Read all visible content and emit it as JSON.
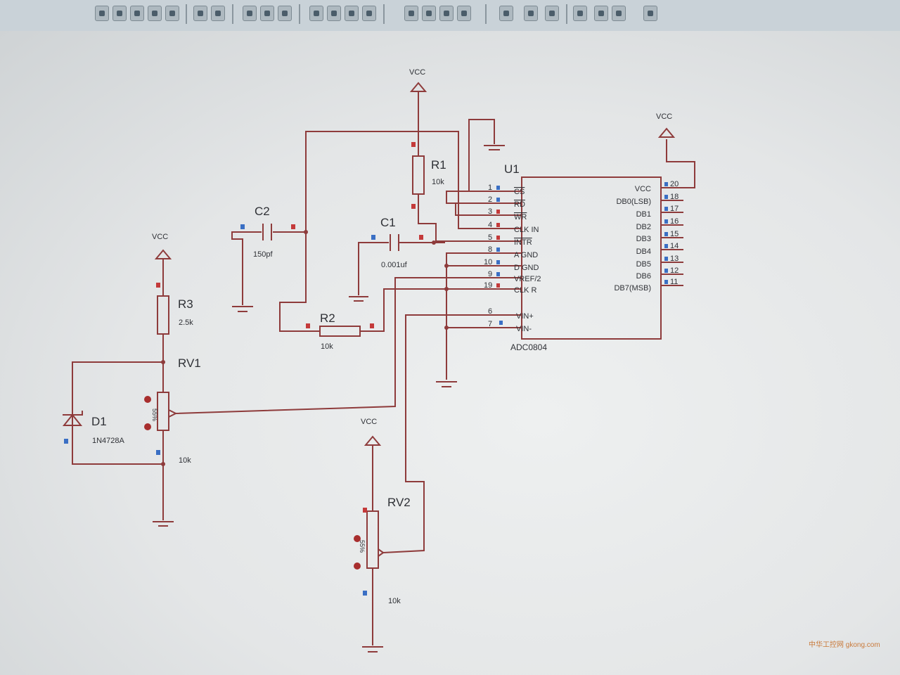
{
  "components": {
    "vcc_label": "VCC",
    "u1": {
      "ref": "U1",
      "part": "ADC0804",
      "left_pins": [
        {
          "num": "1",
          "name": "CS"
        },
        {
          "num": "2",
          "name": "RD"
        },
        {
          "num": "3",
          "name": "WR"
        },
        {
          "num": "4",
          "name": "CLK IN"
        },
        {
          "num": "5",
          "name": "INTR"
        },
        {
          "num": "8",
          "name": "A GND"
        },
        {
          "num": "10",
          "name": "D GND"
        },
        {
          "num": "9",
          "name": "VREF/2"
        },
        {
          "num": "19",
          "name": "CLK R"
        },
        {
          "num": "6",
          "name": "VIN+"
        },
        {
          "num": "7",
          "name": "VIN-"
        }
      ],
      "right_pins": [
        {
          "num": "20",
          "name": "VCC"
        },
        {
          "num": "18",
          "name": "DB0(LSB)"
        },
        {
          "num": "17",
          "name": "DB1"
        },
        {
          "num": "16",
          "name": "DB2"
        },
        {
          "num": "15",
          "name": "DB3"
        },
        {
          "num": "14",
          "name": "DB4"
        },
        {
          "num": "13",
          "name": "DB5"
        },
        {
          "num": "12",
          "name": "DB6"
        },
        {
          "num": "11",
          "name": "DB7(MSB)"
        }
      ]
    },
    "r1": {
      "ref": "R1",
      "value": "10k"
    },
    "r2": {
      "ref": "R2",
      "value": "10k"
    },
    "r3": {
      "ref": "R3",
      "value": "2.5k"
    },
    "c1": {
      "ref": "C1",
      "value": "0.001uf"
    },
    "c2": {
      "ref": "C2",
      "value": "150pf"
    },
    "rv1": {
      "ref": "RV1",
      "value": "10k",
      "body_text": "55%"
    },
    "rv2": {
      "ref": "RV2",
      "value": "10k",
      "body_text": "55%"
    },
    "d1": {
      "ref": "D1",
      "part": "1N4728A"
    }
  },
  "watermark": "中华工控网 gkong.com",
  "colors": {
    "wire": "#8e3b3b",
    "pin_red": "#c43a3a",
    "pin_blue": "#3a6fc4",
    "text": "#2f3136",
    "background": "#e4e6e7"
  }
}
